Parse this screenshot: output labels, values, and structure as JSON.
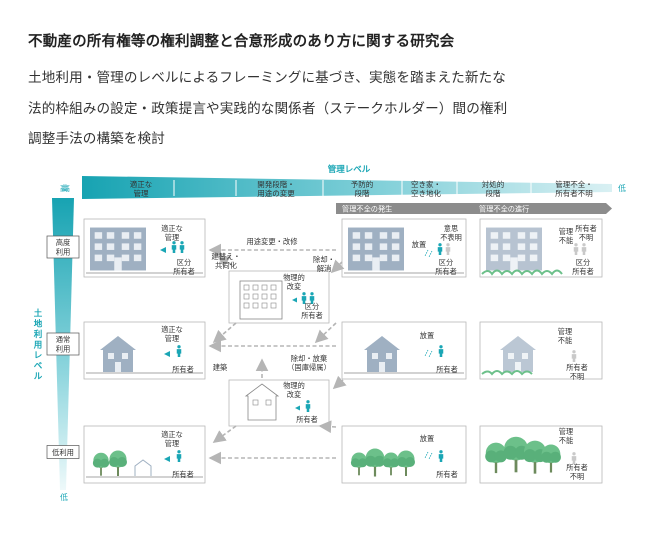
{
  "title": "不動産の所有権等の権利調整と合意形成のあり方に関する研究会",
  "description": [
    "土地利用・管理のレベルによるフレーミングに基づき、実態を踏まえた新たな",
    "法的枠組みの設定・政策提言や実践的な関係者（ステークホルダー）間の権利",
    "調整手法の構築を検討"
  ],
  "colors": {
    "accent": "#1aa6b5",
    "gray": "#8c8c8c",
    "figure": "#1aa6b5"
  },
  "management_axis": {
    "label": "管理レベル",
    "high": "高",
    "low": "低",
    "stages": [
      [
        "適正な",
        "管理"
      ],
      [
        "開発段階・",
        "用途の変更"
      ],
      [
        "予防的",
        "段階"
      ],
      [
        "空き家・",
        "空き地化"
      ],
      [
        "対処的",
        "段階"
      ],
      [
        "管理不全・",
        "所有者不明"
      ]
    ],
    "bar1": "管理不全の発生",
    "bar2": "管理不全の進行"
  },
  "land_axis": {
    "label": [
      "土",
      "地",
      "利",
      "用",
      "レ",
      "ベ",
      "ル"
    ],
    "high": "高",
    "low": "低",
    "levels": [
      [
        "高度",
        "利用"
      ],
      [
        "通常",
        "利用"
      ],
      [
        "低利用"
      ]
    ]
  },
  "panels": {
    "high_ok": {
      "note": [
        "適正な",
        "管理"
      ],
      "owner": [
        "区分",
        "所有者"
      ]
    },
    "high_pre": {
      "note1": "放置",
      "note2": [
        "意思",
        "不表明"
      ],
      "owner": [
        "区分",
        "所有者"
      ]
    },
    "high_bad": {
      "note1": [
        "管理",
        "不能"
      ],
      "note2": [
        "所有者",
        "不明"
      ],
      "owner": [
        "区分",
        "所有者"
      ]
    },
    "mid_ok": {
      "note": [
        "適正な",
        "管理"
      ],
      "owner": "所有者"
    },
    "mid_pre": {
      "note": "放置",
      "owner": "所有者"
    },
    "mid_bad": {
      "note": [
        "管理",
        "不能"
      ],
      "owner": [
        "所有者",
        "不明"
      ]
    },
    "low_ok": {
      "note": [
        "適正な",
        "管理"
      ],
      "owner": "所有者"
    },
    "low_pre": {
      "note": "放置",
      "owner": "所有者"
    },
    "low_bad": {
      "note": [
        "管理",
        "不能"
      ],
      "owner": [
        "所有者",
        "不明"
      ]
    },
    "center1": {
      "note": [
        "物理的",
        "改変"
      ],
      "owner": [
        "区分",
        "所有者"
      ]
    },
    "center2": {
      "note": [
        "物理的",
        "改変"
      ],
      "owner": "所有者"
    }
  },
  "arrows": {
    "upgrade": "用途変更・改修",
    "rebuild": [
      "建替え・",
      "共同化"
    ],
    "demolish": [
      "除却・",
      "解消"
    ],
    "build": "建築",
    "abandon": [
      "除却・放棄",
      "（国庫帰属）"
    ]
  }
}
